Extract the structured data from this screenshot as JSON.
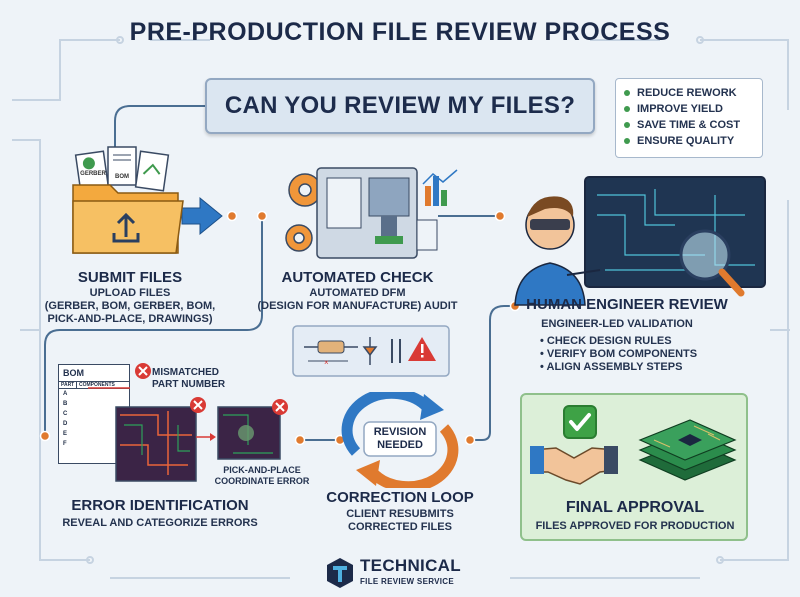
{
  "title": "PRE-PRODUCTION FILE REVIEW PROCESS",
  "question": "CAN YOU REVIEW MY FILES?",
  "benefits": [
    "REDUCE REWORK",
    "IMPROVE YIELD",
    "SAVE TIME & COST",
    "ENSURE QUALITY"
  ],
  "submit": {
    "doc_labels": [
      "GERBER",
      "BOM"
    ],
    "title": "SUBMIT FILES",
    "lines": [
      "UPLOAD FILES",
      "(GERBER, BOM, GERBER, BOM,",
      "PICK-AND-PLACE, DRAWINGS)"
    ]
  },
  "automated": {
    "title": "AUTOMATED CHECK",
    "lines": [
      "AUTOMATED DFM",
      "(DESIGN FOR MANUFACTURE) AUDIT"
    ]
  },
  "human": {
    "title": "HUMAN ENGINEER REVIEW",
    "subtitle": "ENGINEER-LED VALIDATION",
    "items": [
      "CHECK DESIGN RULES",
      "VERIFY BOM COMPONENTS",
      "ALIGN ASSEMBLY STEPS"
    ]
  },
  "errors": {
    "bom_label": "BOM",
    "bom_headers": [
      "PART",
      "COMPONENTS"
    ],
    "bom_rows": [
      "A",
      "B",
      "C",
      "D",
      "E",
      "F"
    ],
    "mismatch_label": [
      "MISMATCHED",
      "PART NUMBER"
    ],
    "pnp_label": [
      "PICK-AND-PLACE",
      "COORDINATE ERROR"
    ],
    "title": "ERROR IDENTIFICATION",
    "subtitle": "REVEAL AND CATEGORIZE ERRORS"
  },
  "correction": {
    "badge": [
      "REVISION",
      "NEEDED"
    ],
    "title": "CORRECTION LOOP",
    "lines": [
      "CLIENT RESUBMITS",
      "CORRECTED FILES"
    ]
  },
  "final": {
    "title": "FINAL APPROVAL",
    "subtitle": "FILES APPROVED FOR PRODUCTION"
  },
  "brand": {
    "name": "TECHNICAL",
    "sub": "FILE REVIEW SERVICE"
  },
  "colors": {
    "navy": "#1c2a49",
    "accent_blue": "#2f78c4",
    "orange": "#e07a2e",
    "green": "#3ea246",
    "error_red": "#d93a35",
    "connector": "#4a6e92"
  }
}
